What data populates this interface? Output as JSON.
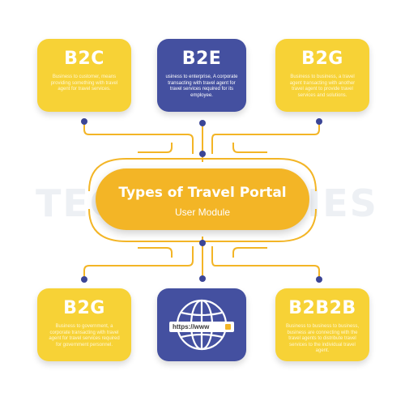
{
  "colors": {
    "yellow": "#f7d236",
    "blue": "#4450a0",
    "pill": "#f3b526",
    "line": "#f3b526",
    "dot": "#3b4596"
  },
  "center": {
    "title": "Types of Travel Portal",
    "subtitle": "User Module"
  },
  "watermark": "TECHNOLOGIES",
  "cards": {
    "b2c": {
      "title": "B2C",
      "desc": "Business to customer, means providing something with travel agent for travel services."
    },
    "b2e": {
      "title": "B2E",
      "desc": "usiness to enterprise, A corporate transacting with travel agent for travel services required for its employee."
    },
    "b2g_top": {
      "title": "B2G",
      "desc": "Business to business, a travel agent transacting with another travel agent to provide travel services and solutions."
    },
    "b2g": {
      "title": "B2G",
      "desc": "Business to government, a corporate transacting with travel agent for travel services required for government personnel."
    },
    "b2b2b": {
      "title": "B2B2B",
      "desc": "Business to business to business, business are connecting with the travel agents to distribute travel services to the individual travel agent."
    }
  },
  "globe": {
    "url_text": "https://www",
    "icon": "globe-icon"
  }
}
